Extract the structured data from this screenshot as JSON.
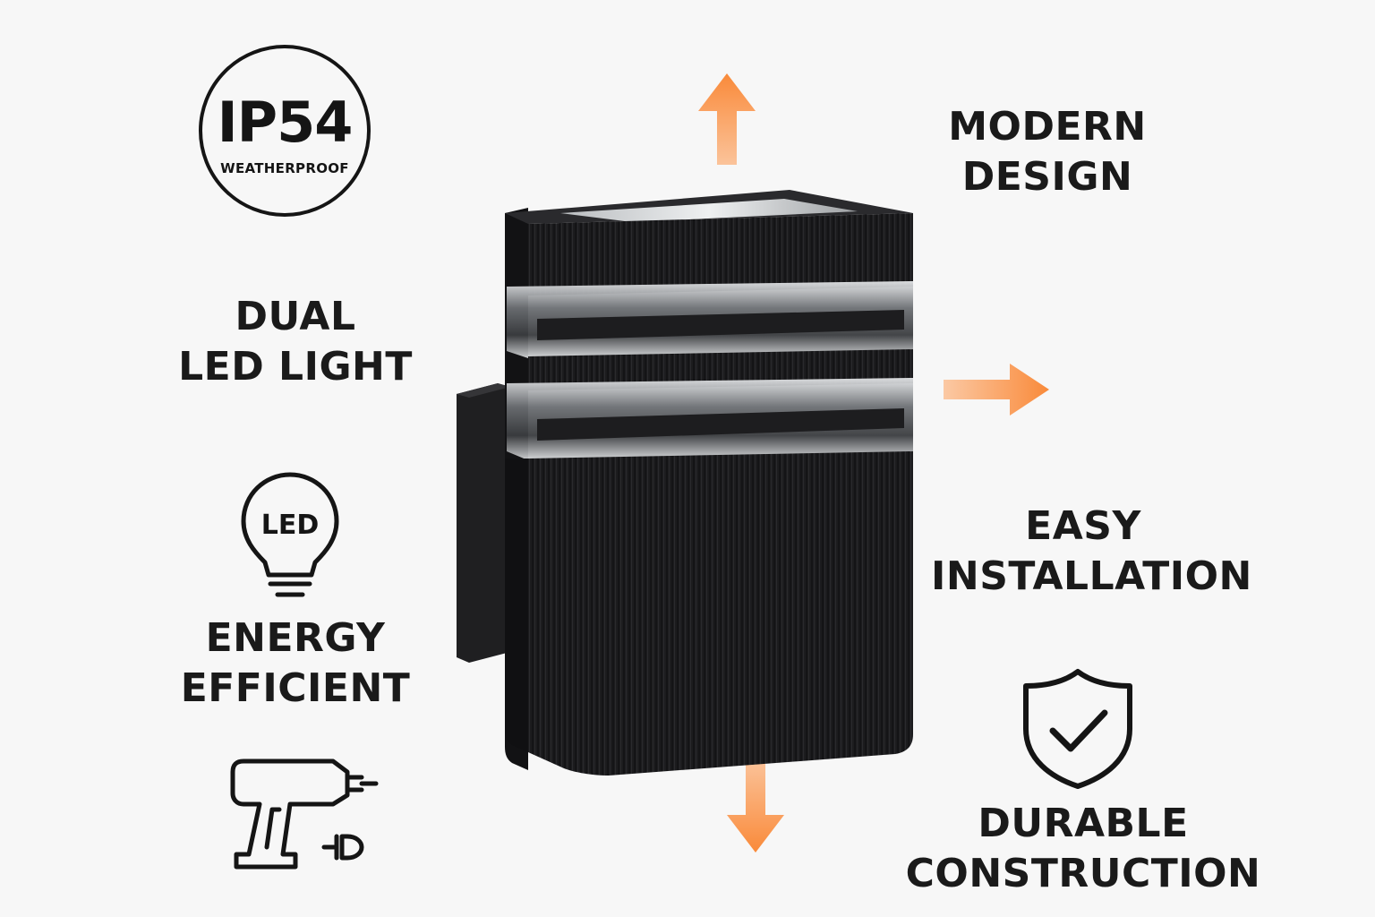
{
  "badge": {
    "code": "IP54",
    "subtitle": "WEATHERPROOF"
  },
  "features": {
    "dual_led": [
      "DUAL",
      "LED LIGHT"
    ],
    "energy": [
      "ENERGY",
      "EFFICIENT"
    ],
    "modern": [
      "MODERN",
      "DESIGN"
    ],
    "easy": [
      "EASY",
      "INSTALLATION"
    ],
    "durable": [
      "DURABLE",
      "CONSTRUCTION"
    ]
  },
  "icons": {
    "bulb": "lightbulb-icon",
    "bulb_text": "LED",
    "drill": "drill-icon",
    "shield": "shield-check-icon"
  },
  "colors": {
    "accent": "#f98a3a",
    "text": "#151515",
    "background": "#f7f7f7",
    "fixture": "#1b1b1d"
  }
}
